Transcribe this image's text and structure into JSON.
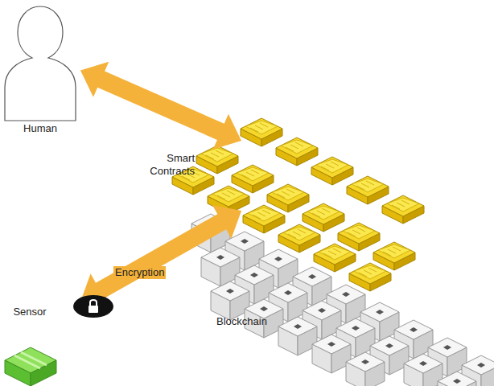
{
  "diagram": {
    "nodes": [
      {
        "text": [
          "Human"
        ]
      },
      {
        "text": [
          "Smart Contracts"
        ]
      },
      {
        "text": [
          "Sensor"
        ]
      },
      {
        "text": [
          "Blockchain"
        ]
      }
    ],
    "edges": [
      {
        "from": 0,
        "to": 1,
        "arrow": "both"
      },
      {
        "from": 2,
        "to": 3,
        "label": "Encryption",
        "arrow": "both"
      }
    ]
  }
}
